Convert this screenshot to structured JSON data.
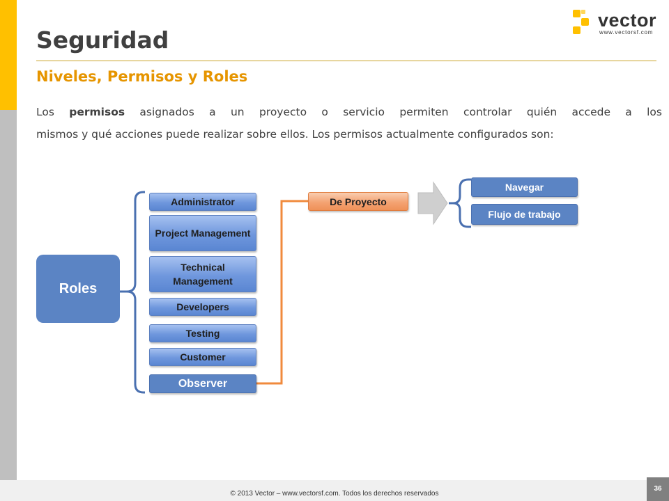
{
  "logo": {
    "name": "vector",
    "url": "www.vectorsf.com"
  },
  "title": "Seguridad",
  "subtitle": "Niveles, Permisos y Roles",
  "paragraph": {
    "line1_pre": "Los ",
    "line1_bold": "permisos",
    "line1_post": " asignados a un proyecto o servicio permiten controlar quién accede a los",
    "line2": "mismos y qué acciones puede realizar sobre ellos. Los permisos actualmente configurados son:"
  },
  "diagram": {
    "root": "Roles",
    "roles": [
      "Administrator",
      "Project Management",
      "Technical Management",
      "Developers",
      "Testing",
      "Customer",
      "Observer"
    ],
    "permission_group": "De Proyecto",
    "permissions": [
      "Navegar",
      "Flujo de trabajo"
    ]
  },
  "colors": {
    "accent_gold": "#ffc000",
    "subtitle_orange": "#e69500",
    "role_blue": "#5b84c4",
    "connector_orange": "#f08a3c"
  },
  "footer": {
    "copyright": "© 2013 Vector – www.vectorsf.com. Todos los derechos reservados",
    "page_number": "36"
  }
}
